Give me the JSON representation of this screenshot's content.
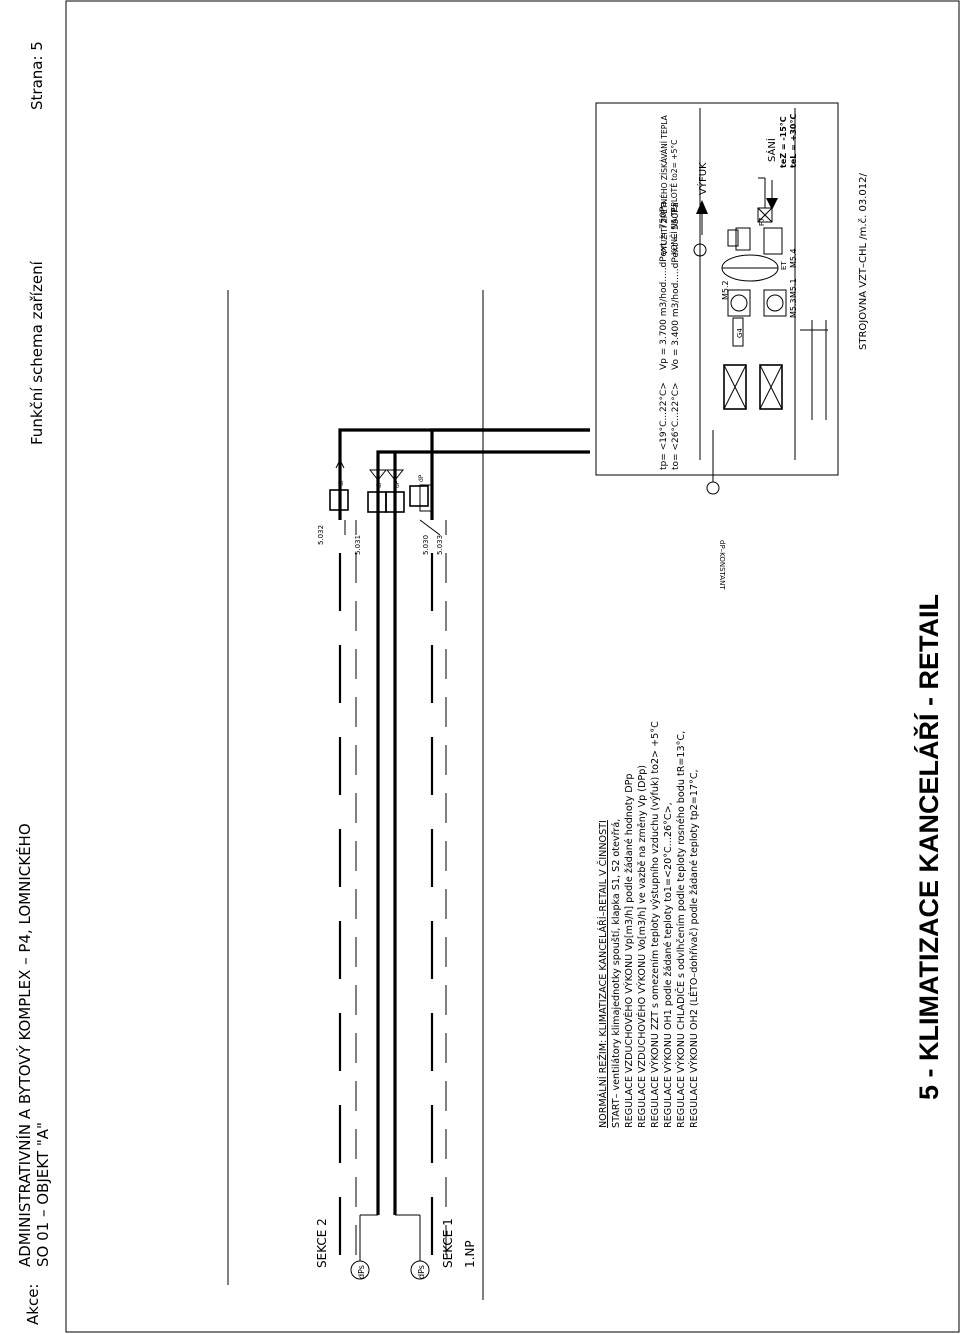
{
  "header": {
    "akce_label": "Akce:",
    "project_line1": "ADMINISTRATIVNÍN A BYTOVÝ KOMPLEX  –  P4, LOMNICKÉHO",
    "project_line2": "SO 01  –  OBJEKT \"A\"",
    "document_title": "Funkční schema zařízení",
    "page": "Strana: 5"
  },
  "sheet_title": "5 - KLIMATIZACE KANCELÁŘÍ - RETAIL",
  "floor": {
    "section2": "SEKCE 2",
    "section1": "SEKCE 1",
    "level": "1.NP",
    "dps_label": "dPs"
  },
  "duct_units": [
    {
      "id": "5.032",
      "label": "dP",
      "sub": "clim"
    },
    {
      "id": "5.031",
      "label": "dP",
      "sub": ""
    },
    {
      "id": "5.030",
      "label": "dP",
      "sub": ""
    },
    {
      "id": "5.033",
      "label": "dP",
      "sub": "clim"
    }
  ],
  "notes": {
    "heading": "NORMÁLNÍ REŽIM: KLIMATIZACE KANCELÁŘÍ–RETAIL V ČINNOSTI",
    "lines": [
      "START– ventilátory klimajednotky spouští, klapka S1, S2 otevřrá,",
      "REGULACE VZDUCHOVÉHO VÝKONU Vp[m3/h] podle žádané hodnoty DPp",
      "REGULACE VZDUCHOVÉHO VÝKONU Vo[m3/h] ve vazbě na změny Vp (DPp)",
      "REGULACE VÝKONU ZZT s omezením teploty výstupního vzduchu (výfuk) to2> +5°C",
      "REGULACE VÝKONU OH1 podle žádané teploty to1=<20°C...26°C>,",
      "REGULACE VÝKONU CHLADIČE s odvlhčením podle teploty rosného bodu tR=13°C,",
      "REGULACE VÝKONU OH2 (LÉTO–dohřívač) podle žádané teploty tp2=17°C,"
    ]
  },
  "ahu": {
    "tp": "tp= <19°C...22°C>",
    "to": "to= <26°C...22°C>",
    "vp": "Vp = 3.700 m3/hod.....dPext = 750Pa",
    "vo": "Vo = 3.400 m3/hod.....dPext = 550Pa",
    "heat_recovery1": "VYUŽITÍ ZPĚTNÉHO ZÍSKÁVÁNÍ TEPLA",
    "heat_recovery2": "KONČÍ NA TEPLOTĚ to2= +5°C",
    "exhaust": "VÝFUK",
    "intake": "SÁNÍ",
    "intake_temp_winter": "teZ = -15°C",
    "intake_temp_summer": "teL = +30°C",
    "sensor_dp": "dP–KONSTANT",
    "labels": [
      "G4",
      "M5.3",
      "M5.2",
      "M5.1",
      "M5.4",
      "F7",
      "ET"
    ],
    "room": "STROJOVNA VZT–CHL /m.č. 03.012/"
  }
}
